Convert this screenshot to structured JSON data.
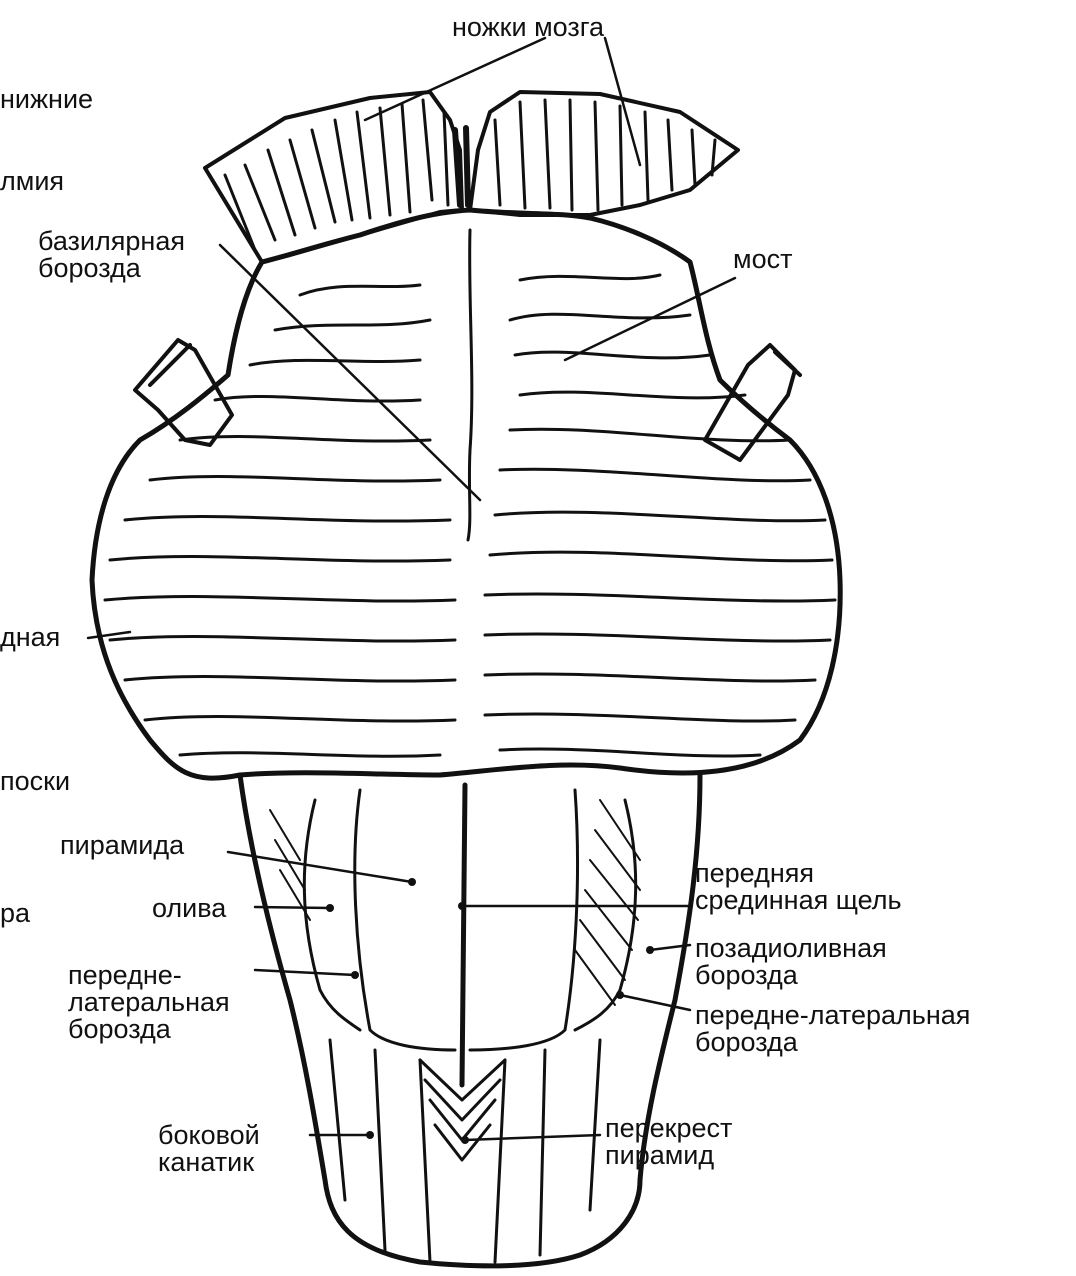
{
  "labels": {
    "nozhki_mozga": "ножки мозга",
    "nizhnie_cut": "нижние",
    "lmiya_cut": "лмия",
    "bazilyarnaya": [
      "базилярная",
      "борозда"
    ],
    "most": "мост",
    "dnaya_cut": "дная",
    "poski_cut": "поски",
    "piramida": "пирамида",
    "oliva": "олива",
    "ra_cut": "ра",
    "perednyaya": [
      "передняя",
      "срединная щель"
    ],
    "perednelateralnaya_left": [
      "передне-",
      "латеральная",
      "борозда"
    ],
    "pozadiolivnaya": [
      "позадиоливная",
      "борозда"
    ],
    "perednelateralnaya_right": [
      "передне-латеральная",
      "борозда"
    ],
    "bokovoi": [
      "боковой",
      "канатик"
    ],
    "perekrest": [
      "перекрест",
      "пирамид"
    ]
  },
  "colors": {
    "ink": "#111111",
    "paper": "#ffffff"
  }
}
